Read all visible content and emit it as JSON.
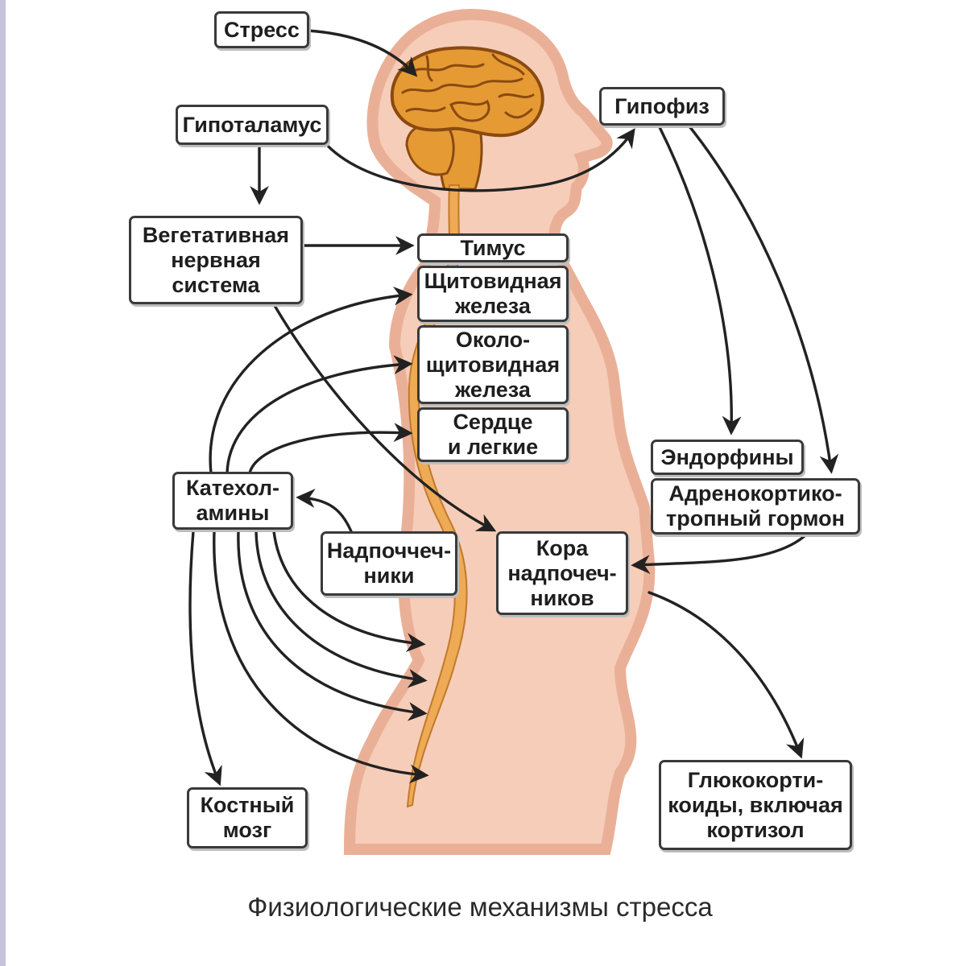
{
  "labels": {
    "stress": "Стресс",
    "hypothalamus": "Гипоталамус",
    "hypophysis": "Гипофиз",
    "ans": "Вегетативная\nнервная\nсистема",
    "thymus": "Тимус",
    "thyroid": "Щитовидная\nжелеза",
    "parathyroid": "Около-\nщитовидная\nжелеза",
    "heart_lungs": "Сердце\nи легкие",
    "endorphins": "Эндорфины",
    "acth": "Адренокортико-\nтропный гормон",
    "catecholamines": "Катехол-\nамины",
    "adrenals": "Надпоччеч-\nники",
    "adrenal_cortex": "Кора\nнадпочеч-\nников",
    "bone_marrow": "Костный\nмозг",
    "glucocorticoids": "Глюкокорти-\nкоиды, включая\nкортизол"
  },
  "caption": "Физиологические механизмы стресса",
  "colors": {
    "body_fill": "#f6cdb8",
    "body_outline": "#e9a98c",
    "brain": "#e69a34",
    "brain_dark": "#8a4a10",
    "spine": "#efaa55",
    "arrow": "#222222",
    "box_border": "#3a3a3a"
  }
}
